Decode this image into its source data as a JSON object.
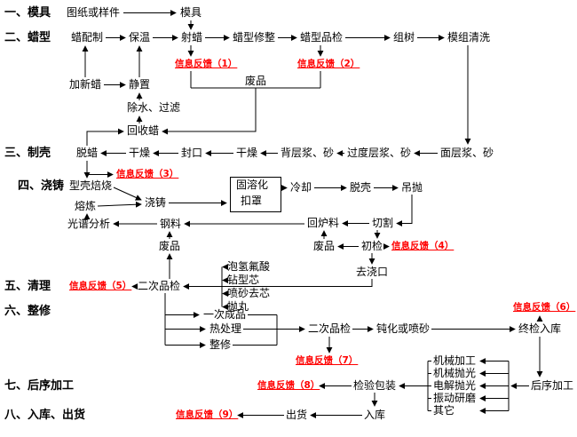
{
  "colors": {
    "text": "#000000",
    "line": "#000000",
    "feedback": "#ff0000",
    "background": "#ffffff"
  },
  "sections": {
    "s1": "一、模具",
    "s2": "二、蜡型",
    "s3": "三、制壳",
    "s4": "四、浇铸",
    "s5": "五、清理",
    "s6": "六、整修",
    "s7": "七、后序加工",
    "s8": "八、入库、出货"
  },
  "nodes": {
    "drawing": "图纸或样件",
    "mold": "模具",
    "wax_prep": "蜡配制",
    "insulation": "保温",
    "wax_injection": "射蜡",
    "wax_trim": "蜡型修整",
    "wax_inspect": "蜡型品检",
    "tree_assembly": "组树",
    "module_clean": "模组清洗",
    "add_new_wax": "加新蜡",
    "settle": "静置",
    "scrap_wax": "废品",
    "dewater_filter": "除水、过滤",
    "recycle_wax": "回收蜡",
    "dewax": "脱蜡",
    "dry1": "干燥",
    "seal": "封口",
    "dry2": "干燥",
    "back_layer": "背层浆、砂",
    "transition_layer": "过度层浆、砂",
    "face_layer": "面层浆、砂",
    "shell_roast": "型壳焙烧",
    "pour": "浇铸",
    "solution": "固溶化",
    "cover": "扣罩",
    "cool": "冷却",
    "shell_removal": "脱壳",
    "hang_blast": "吊抛",
    "melt": "熔炼",
    "spectral": "光谱分析",
    "steel": "钢料",
    "remelt": "回炉料",
    "cut": "切割",
    "scrap_left": "废品",
    "scrap_right": "废品",
    "initial_inspect": "初检",
    "gate_removal": "去浇口",
    "second_inspect": "二次品检",
    "hf_soak": "泡氢氟酸",
    "drill_core": "钻型芯",
    "sandblast_core": "喷砂去芯",
    "shot_blast": "抛丸",
    "first_product": "一次成品",
    "heat_treat": "热处理",
    "repair": "整修",
    "second_inspect2": "二次品检",
    "passivation": "钝化或喷砂",
    "final_inspect": "终检入库",
    "inspection_pack": "检验包装",
    "machining": "机械加工",
    "mech_polish": "机械抛光",
    "electro_polish": "电解抛光",
    "vibro_grind": "振动研磨",
    "other": "其它",
    "post_process": "后序加工",
    "ship": "出货",
    "warehouse": "入库"
  },
  "feedback": {
    "f1": "信息反馈（1）",
    "f2": "信息反馈（2）",
    "f3": "信息反馈（3）",
    "f4": "信息反馈（4）",
    "f5": "信息反馈（5）",
    "f6": "信息反馈（6）",
    "f7": "信息反馈（7）",
    "f8": "信息反馈（8）",
    "f9": "信息反馈（9）"
  }
}
